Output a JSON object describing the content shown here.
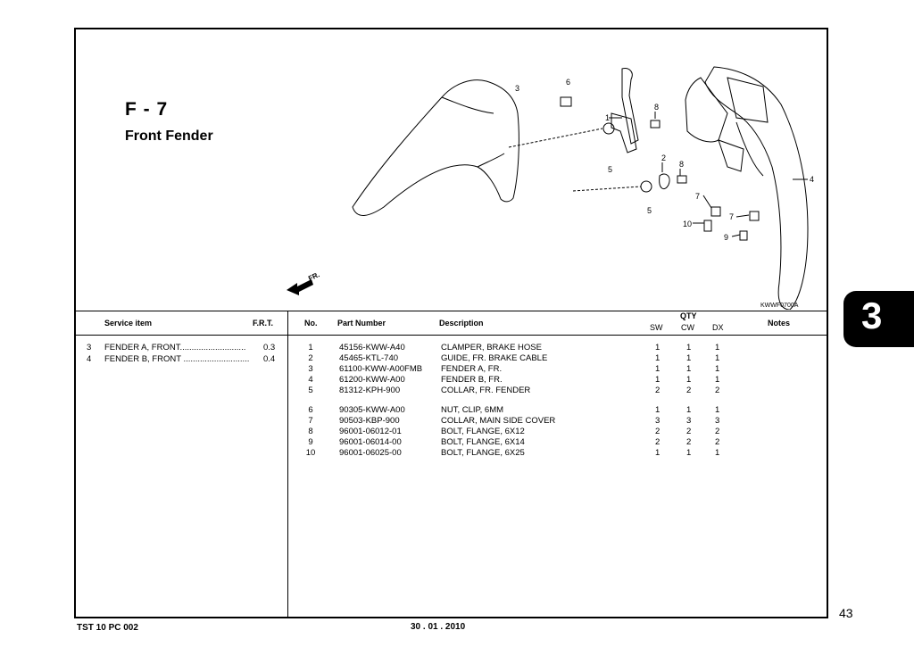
{
  "header": {
    "section_code": "F - 7",
    "section_title": "Front Fender"
  },
  "diagram": {
    "code": "KWWF0700A",
    "direction_label": "FR.",
    "callouts": [
      "1",
      "2",
      "3",
      "4",
      "5",
      "5",
      "6",
      "7",
      "7",
      "8",
      "8",
      "9",
      "10"
    ]
  },
  "service_table": {
    "headers": {
      "item": "Service item",
      "frt": "F.R.T."
    },
    "rows": [
      {
        "ref": "3",
        "item": "FENDER A, FRONT............................",
        "frt": "0.3"
      },
      {
        "ref": "4",
        "item": "FENDER B, FRONT ............................",
        "frt": "0.4"
      }
    ]
  },
  "parts_table": {
    "headers": {
      "no": "No.",
      "part_number": "Part Number",
      "description": "Description",
      "qty": "QTY",
      "sw": "SW",
      "cw": "CW",
      "dx": "DX",
      "notes": "Notes"
    },
    "rows": [
      {
        "no": "1",
        "part": "45156-KWW-A40",
        "desc": "CLAMPER, BRAKE HOSE",
        "sw": "1",
        "cw": "1",
        "dx": "1"
      },
      {
        "no": "2",
        "part": "45465-KTL-740",
        "desc": "GUIDE, FR. BRAKE CABLE",
        "sw": "1",
        "cw": "1",
        "dx": "1"
      },
      {
        "no": "3",
        "part": "61100-KWW-A00FMB",
        "desc": "FENDER A, FR.",
        "sw": "1",
        "cw": "1",
        "dx": "1"
      },
      {
        "no": "4",
        "part": "61200-KWW-A00",
        "desc": "FENDER B, FR.",
        "sw": "1",
        "cw": "1",
        "dx": "1"
      },
      {
        "no": "5",
        "part": "81312-KPH-900",
        "desc": "COLLAR, FR. FENDER",
        "sw": "2",
        "cw": "2",
        "dx": "2"
      },
      {
        "no": "6",
        "part": "90305-KWW-A00",
        "desc": "NUT, CLIP, 6MM",
        "sw": "1",
        "cw": "1",
        "dx": "1"
      },
      {
        "no": "7",
        "part": "90503-KBP-900",
        "desc": "COLLAR, MAIN SIDE COVER",
        "sw": "3",
        "cw": "3",
        "dx": "3"
      },
      {
        "no": "8",
        "part": "96001-06012-01",
        "desc": "BOLT, FLANGE, 6X12",
        "sw": "2",
        "cw": "2",
        "dx": "2"
      },
      {
        "no": "9",
        "part": "96001-06014-00",
        "desc": "BOLT, FLANGE, 6X14",
        "sw": "2",
        "cw": "2",
        "dx": "2"
      },
      {
        "no": "10",
        "part": "96001-06025-00",
        "desc": "BOLT, FLANGE, 6X25",
        "sw": "1",
        "cw": "1",
        "dx": "1"
      }
    ]
  },
  "side_tab": "3",
  "page_number": "43",
  "footer": {
    "doc_code": "TST 10 PC 002",
    "date": "30 . 01 . 2010"
  }
}
